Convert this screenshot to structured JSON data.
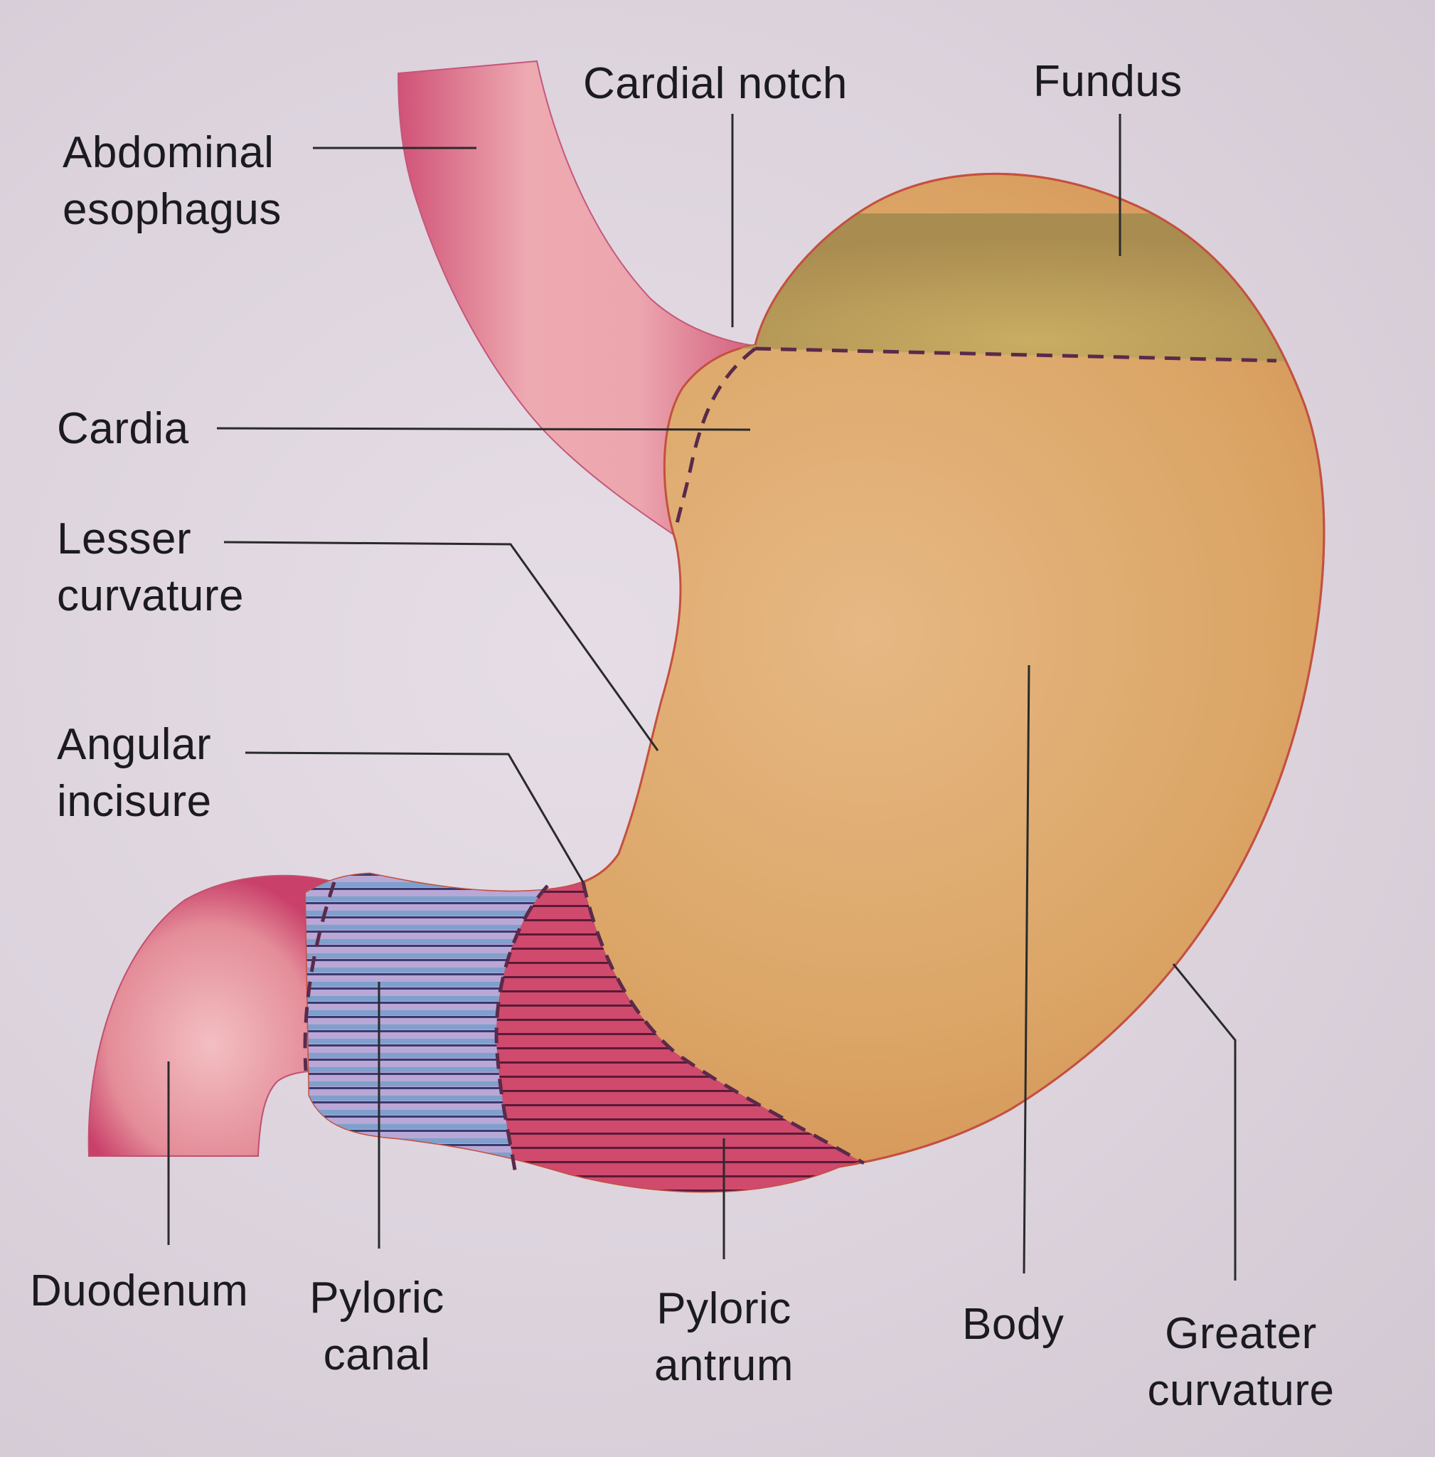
{
  "labels": {
    "cardial_notch": "Cardial notch",
    "fundus": "Fundus",
    "abdominal_esophagus": {
      "line1": "Abdominal",
      "line2": "esophagus"
    },
    "cardia": "Cardia",
    "lesser_curvature": {
      "line1": "Lesser",
      "line2": "curvature"
    },
    "angular_incisure": {
      "line1": "Angular",
      "line2": "incisure"
    },
    "duodenum": "Duodenum",
    "pyloric_canal": {
      "line1": "Pyloric",
      "line2": "canal"
    },
    "pyloric_antrum": {
      "line1": "Pyloric",
      "line2": "antrum"
    },
    "body": "Body",
    "greater_curvature": {
      "line1": "Greater",
      "line2": "curvature"
    }
  },
  "colors": {
    "background": "#dcd3dc",
    "esophagus_duodenum": "#e58a96",
    "fundus": "#b89a5a",
    "body": "#dca86a",
    "pyloric_antrum": "#c03b66",
    "pyloric_canal": "#8e86c6",
    "outline": "#c0504a",
    "leader_line": "#2a2a2a",
    "dashed_boundary": "#5a2a4a"
  }
}
